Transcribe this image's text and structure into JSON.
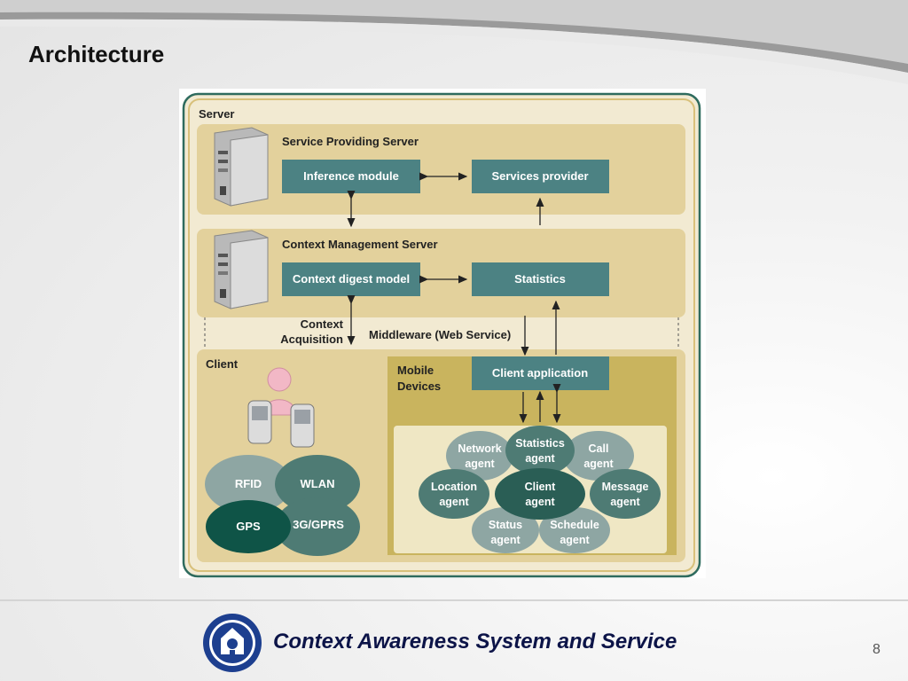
{
  "slide": {
    "title": "Architecture",
    "footer_title": "Context Awareness System and Service",
    "page_number": "8"
  },
  "diagram": {
    "server_label": "Server",
    "sps": {
      "title": "Service Providing Server",
      "inference": "Inference module",
      "services": "Services provider"
    },
    "cms": {
      "title": "Context Management Server",
      "digest": "Context digest model",
      "statistics": "Statistics"
    },
    "middle": {
      "context_line1": "Context",
      "context_line2": "Acquisition",
      "middleware": "Middleware (Web Service)"
    },
    "client": {
      "label": "Client",
      "mobile_line1": "Mobile",
      "mobile_line2": "Devices",
      "client_app": "Client application",
      "networks": {
        "rfid": "RFID",
        "wlan": "WLAN",
        "gps": "GPS",
        "gprs": "3G/GPRS"
      },
      "agents": {
        "network": [
          "Network",
          "agent"
        ],
        "statistics": [
          "Statistics",
          "agent"
        ],
        "call": [
          "Call",
          "agent"
        ],
        "location": [
          "Location",
          "agent"
        ],
        "client": [
          "Client",
          "agent"
        ],
        "message": [
          "Message",
          "agent"
        ],
        "status": [
          "Status",
          "agent"
        ],
        "schedule": [
          "Schedule",
          "agent"
        ]
      }
    }
  },
  "colors": {
    "frame_border": "#2e6b5e",
    "panel_fill": "#e3d19c",
    "teal_box": "#4c8283",
    "mobile_fill": "#c9b45e",
    "agents_fill": "#efe7c4",
    "agent_light": "#8ea6a3",
    "agent_dark": "#4e7b74",
    "agent_darkest": "#2a5e55",
    "footer_title": "#0c1448"
  }
}
